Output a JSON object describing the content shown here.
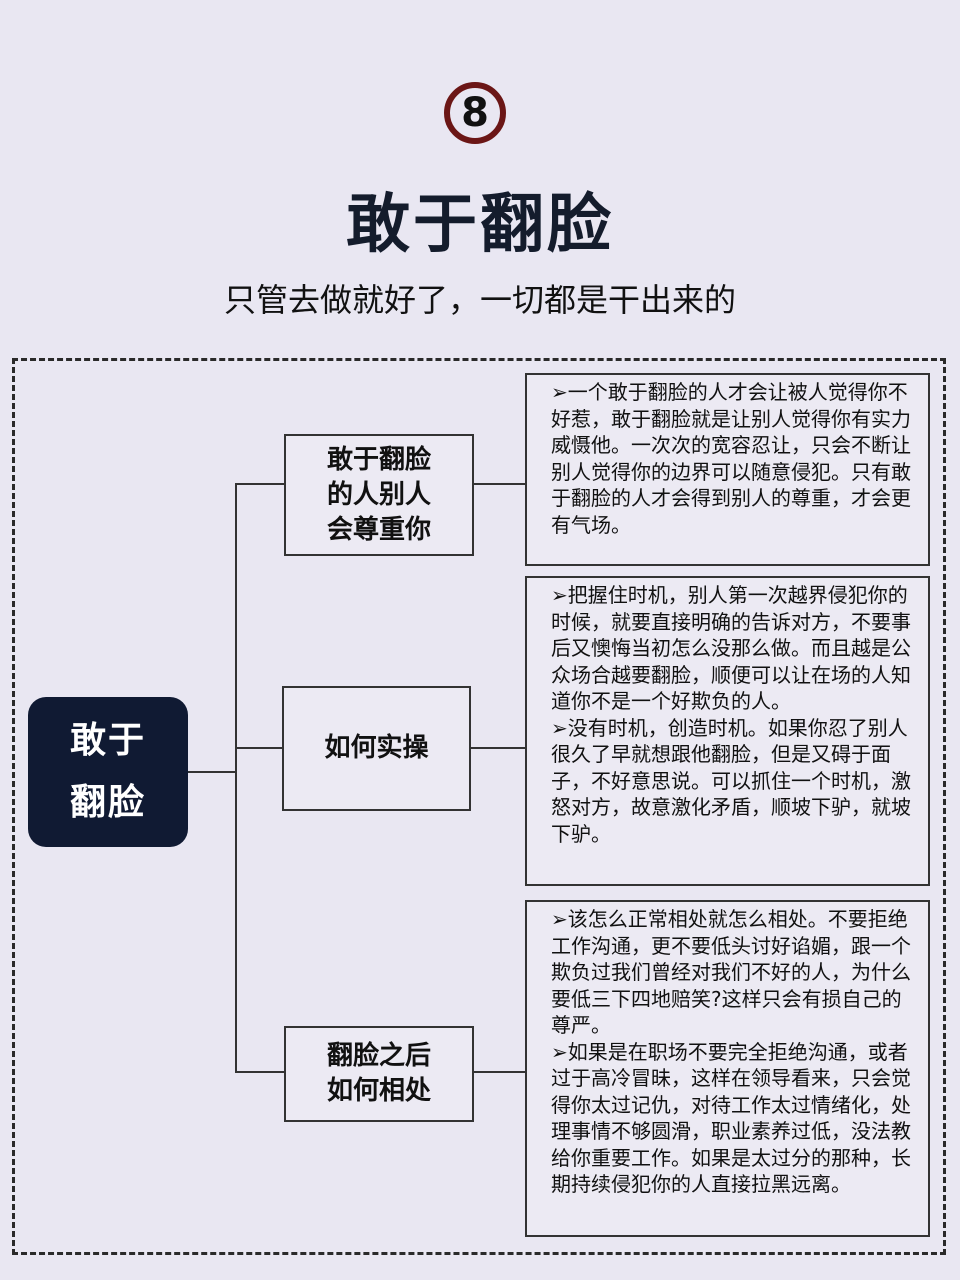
{
  "header": {
    "badge_number": "8",
    "title": "敢于翻脸",
    "subtitle": "只管去做就好了，一切都是干出来的"
  },
  "root": {
    "line1": "敢于",
    "line2": "翻脸"
  },
  "branches": [
    {
      "label_lines": [
        "敢于翻脸",
        "的人别人",
        "会尊重你"
      ],
      "details": [
        "➢一个敢于翻脸的人才会让被人觉得你不好惹，敢于翻脸就是让别人觉得你有实力威慑他。一次次的宽容忍让，只会不断让别人觉得你的边界可以随意侵犯。只有敢于翻脸的人才会得到别人的尊重，才会更有气场。"
      ]
    },
    {
      "label_lines": [
        "如何实操"
      ],
      "details": [
        "➢把握住时机，别人第一次越界侵犯你的时候，就要直接明确的告诉对方，不要事后又懊悔当初怎么没那么做。而且越是公众场合越要翻脸，顺便可以让在场的人知道你不是一个好欺负的人。",
        "➢没有时机，创造时机。如果你忍了别人很久了早就想跟他翻脸，但是又碍于面子，不好意思说。可以抓住一个时机，激怒对方，故意激化矛盾，顺坡下驴，就坡下驴。"
      ]
    },
    {
      "label_lines": [
        "翻脸之后",
        "如何相处"
      ],
      "details": [
        "➢该怎么正常相处就怎么相处。不要拒绝工作沟通，更不要低头讨好谄媚，跟一个欺负过我们曾经对我们不好的人，为什么要低三下四地赔笑?这样只会有损自己的尊严。",
        "➢如果是在职场不要完全拒绝沟通，或者过于高冷冒昧，这样在领导看来，只会觉得你太过记仇，对待工作太过情绪化，处理事情不够圆滑，职业素养过低，没法教给你重要工作。如果是太过分的那种，长期持续侵犯你的人直接拉黑远离。"
      ]
    }
  ]
}
